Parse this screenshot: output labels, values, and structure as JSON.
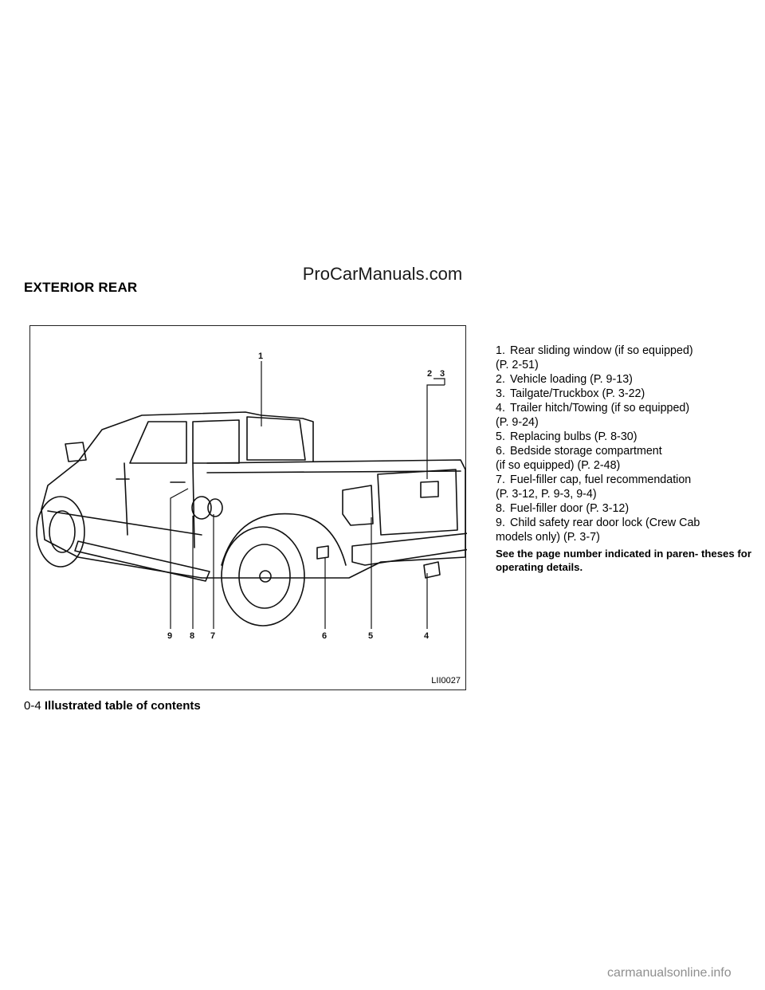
{
  "watermark_top": "ProCarManuals.com",
  "section_title": "EXTERIOR REAR",
  "figure": {
    "code": "LII0027",
    "callouts": [
      "1",
      "2",
      "3",
      "4",
      "5",
      "6",
      "7",
      "8",
      "9"
    ]
  },
  "items": [
    {
      "num": "1.",
      "text": "Rear sliding window (if so equipped)",
      "cont": "(P. 2-51)"
    },
    {
      "num": "2.",
      "text": "Vehicle loading (P. 9-13)",
      "cont": ""
    },
    {
      "num": "3.",
      "text": "Tailgate/Truckbox (P. 3-22)",
      "cont": ""
    },
    {
      "num": "4.",
      "text": "Trailer hitch/Towing (if so equipped)",
      "cont": "(P. 9-24)"
    },
    {
      "num": "5.",
      "text": "Replacing bulbs (P. 8-30)",
      "cont": ""
    },
    {
      "num": "6.",
      "text": "Bedside storage compartment",
      "cont": "(if so equipped) (P. 2-48)"
    },
    {
      "num": "7.",
      "text": "Fuel-filler cap, fuel recommendation",
      "cont": "(P. 3-12, P. 9-3, 9-4)"
    },
    {
      "num": "8.",
      "text": "Fuel-filler door (P. 3-12)",
      "cont": ""
    },
    {
      "num": "9.",
      "text": "Child safety rear door lock (Crew Cab",
      "cont": "models only) (P. 3-7)"
    }
  ],
  "note": "See the page number indicated in paren- theses for operating details.",
  "footer": {
    "page": "0-4",
    "title": "Illustrated table of contents"
  },
  "watermark_bottom": "carmanualsonline.info"
}
